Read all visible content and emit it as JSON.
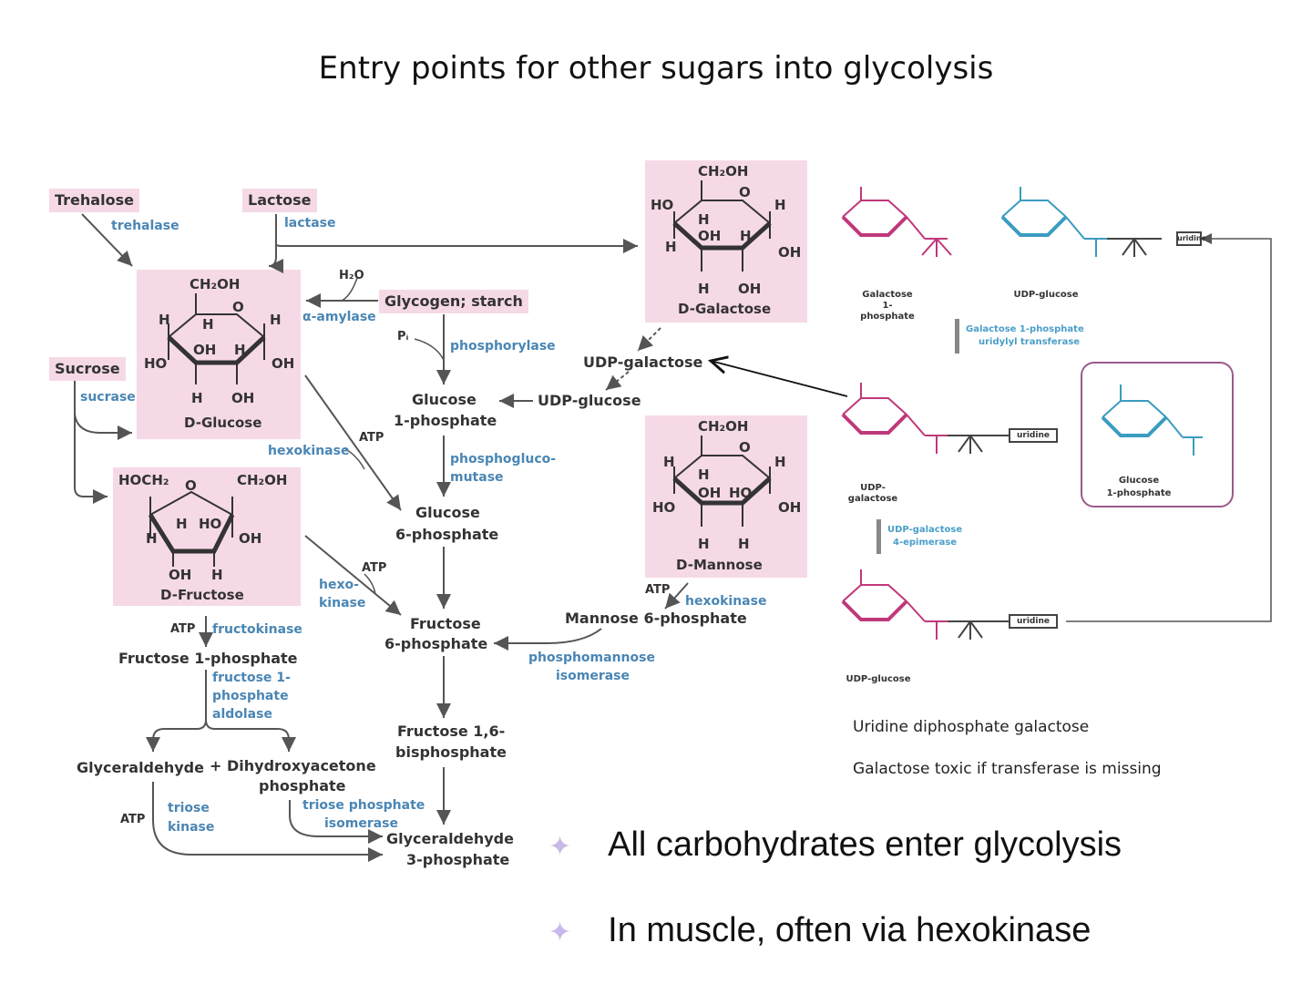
{
  "title": "Entry points for other sugars into glycolysis",
  "sources": {
    "trehalose": "Trehalose",
    "lactose": "Lactose",
    "sucrose": "Sucrose",
    "glycogen": "Glycogen; starch"
  },
  "enzymes": {
    "trehalase": "trehalase",
    "lactase": "lactase",
    "sucrase": "sucrase",
    "amylase": "α-amylase",
    "phosphorylase": "phosphorylase",
    "phosphoglucomutase_1": "phosphogluco-",
    "phosphoglucomutase_2": "mutase",
    "hexokinase_glc": "hexokinase",
    "hexokinase_fru_1": "hexo-",
    "hexokinase_fru_2": "kinase",
    "fructokinase": "fructokinase",
    "f1p_aldolase_1": "fructose 1-",
    "f1p_aldolase_2": "phosphate",
    "f1p_aldolase_3": "aldolase",
    "triose_kinase_1": "triose",
    "triose_kinase_2": "kinase",
    "tpi_1": "triose phosphate",
    "tpi_2": "isomerase",
    "hexokinase_man": "hexokinase",
    "pmi_1": "phosphomannose",
    "pmi_2": "isomerase"
  },
  "cofactors": {
    "water": "H₂O",
    "pi": "Pᵢ",
    "atp": "ATP"
  },
  "metabolites": {
    "glucose": "D-Glucose",
    "fructose": "D-Fructose",
    "galactose": "D-Galactose",
    "mannose": "D-Mannose",
    "g1p_1": "Glucose",
    "g1p_2": "1-phosphate",
    "g6p_1": "Glucose",
    "g6p_2": "6-phosphate",
    "f6p_1": "Fructose",
    "f6p_2": "6-phosphate",
    "fbp_1": "Fructose 1,6-",
    "fbp_2": "bisphosphate",
    "gap_1": "Glyceraldehyde",
    "gap_2": "3-phosphate",
    "f1p": "Fructose 1-phosphate",
    "glyceraldehyde": "Glyceraldehyde",
    "dhap_1": "+ Dihydroxyacetone",
    "dhap_2": "phosphate",
    "udp_gal": "UDP-galactose",
    "udp_glc": "UDP-glucose",
    "m6p": "Mannose 6-phosphate"
  },
  "structures": {
    "ch2oh": "CH₂OH",
    "hoch2": "HOCH₂",
    "ho": "HO",
    "oh": "OH",
    "h": "H",
    "o": "O",
    "uridine": "uridine"
  },
  "right_panel": {
    "gal1p_1": "Galactose",
    "gal1p_2": "1-phosphate",
    "udpglc_top": "UDP-glucose",
    "transferase_1": "Galactose 1-phosphate",
    "transferase_2": "uridylyl transferase",
    "udpgal": "UDP-galactose",
    "glc1p_1": "Glucose",
    "glc1p_2": "1-phosphate",
    "epimerase_1": "UDP-galactose",
    "epimerase_2": "4-epimerase",
    "udpglc_bottom": "UDP-glucose"
  },
  "notes": {
    "line1": "Uridine diphosphate galactose",
    "line2": "Galactose toxic if transferase is missing"
  },
  "bullets": {
    "b1": "All carbohydrates enter glycolysis",
    "b2": "In muscle, often via hexokinase"
  },
  "colors": {
    "highlight": "#f6d9e6",
    "enzyme": "#4a86b4",
    "galactose_struct": "#c0387a",
    "glucose_struct": "#3a9cc0",
    "bullet_mark": "#c9b8e8"
  }
}
